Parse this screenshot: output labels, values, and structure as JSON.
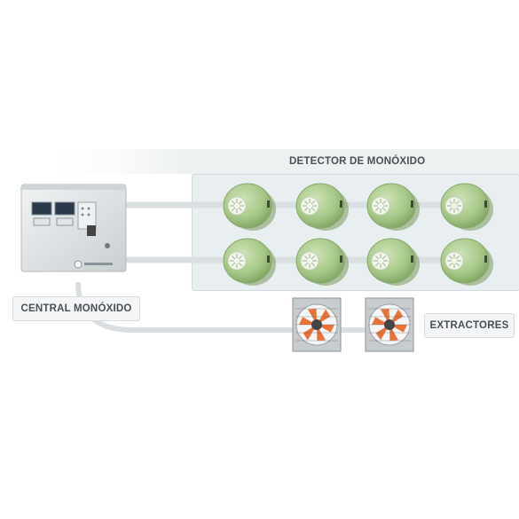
{
  "labels": {
    "detector_group": "DETECTOR DE MONÓXIDO",
    "central": "CENTRAL MONÓXIDO",
    "extractors": "EXTRACTORES"
  },
  "devices": {
    "detector_rows": 2,
    "detectors_per_row": 4,
    "extractor_count": 2
  },
  "colors": {
    "detector_body": "#a8c98a",
    "detector_face": "#f2f6ec",
    "panel_bg": "#e9eef0",
    "cable": "#d9dee0",
    "fan_blades": "#e8733a",
    "central_body": "#dfe3e5"
  }
}
